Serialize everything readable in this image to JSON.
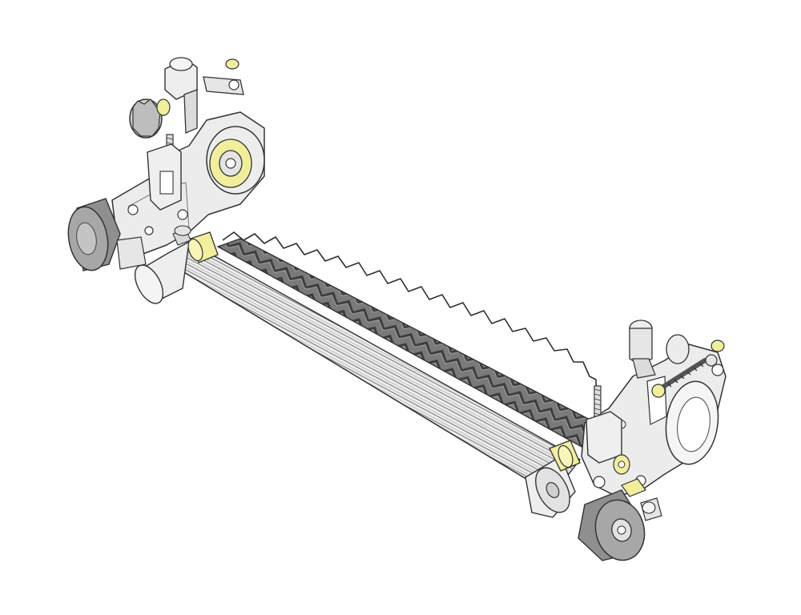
{
  "figure": {
    "kind": "isometric-mechanical-assembly",
    "background": "#ffffff",
    "line_color": "#3a3a3a",
    "part_colors": {
      "metal": "#e8e8e8",
      "metal_shade": "#bdbdbd",
      "comb_blades": "#5e5e5e",
      "comb_blades_light": "#8a8a8a",
      "brass_bushing": "#f1ef9c",
      "roller_wheel": "#a7a7a7",
      "roller_wheel_dark": "#7f7f7f"
    },
    "parts": [
      "left-side-plate-bracket",
      "right-side-plate-bracket",
      "left-adjuster-knob",
      "left-height-adjuster",
      "right-height-adjuster",
      "left-threaded-stud",
      "right-threaded-stud",
      "left-bearing-housing",
      "right-bearing-housing",
      "left-rear-roller-wheel",
      "right-rear-roller-wheel",
      "grooved-front-roller",
      "groomer-comb-reel",
      "left-brass-bushing",
      "right-brass-bushing",
      "right-tension-spring-rod"
    ]
  }
}
